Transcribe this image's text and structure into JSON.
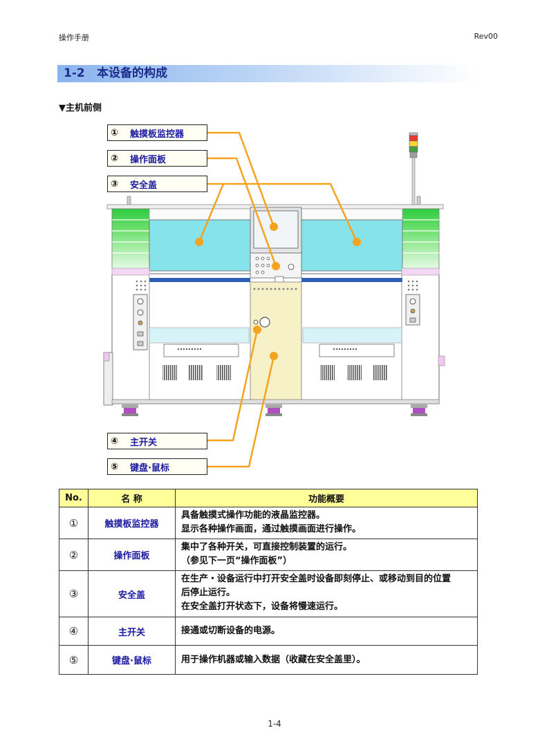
{
  "header": {
    "title": "操作手册",
    "revision": "Rev00"
  },
  "section": {
    "number": "1-2",
    "title": "本设备的构成"
  },
  "subsection": {
    "title": "▼主机前侧"
  },
  "callouts": [
    {
      "num": "①",
      "label": "触摸板监控器"
    },
    {
      "num": "②",
      "label": "操作面板"
    },
    {
      "num": "③",
      "label": "安全盖"
    },
    {
      "num": "④",
      "label": "主开关"
    },
    {
      "num": "⑤",
      "label": "键盘·鼠标"
    }
  ],
  "table": {
    "headers": {
      "no": "No.",
      "name": "名 称",
      "summary": "功能概要"
    },
    "rows": [
      {
        "num": "①",
        "name": "触摸板监控器",
        "lines": [
          "具备触摸式操作功能的液晶监控器。",
          "显示各种操作画面，通过触摸画面进行操作。"
        ]
      },
      {
        "num": "②",
        "name": "操作面板",
        "lines": [
          "集中了各种开关，可直接控制装置的运行。",
          "（参见下一页“操作面板”）"
        ]
      },
      {
        "num": "③",
        "name": "安全盖",
        "lines": [
          "在生产・设备运行中打开安全盖时设备即刻停止、或移动到目的位置",
          "后停止运行。",
          "在安全盖打开状态下，设备将慢速运行。"
        ]
      },
      {
        "num": "④",
        "name": "主开关",
        "lines": [
          "接通或切断设备的电源。"
        ]
      },
      {
        "num": "⑤",
        "name": "键盘·鼠标",
        "lines": [
          "用于操作机器或输入数据（收藏在安全盖里）。"
        ]
      }
    ]
  },
  "footer": {
    "page": "1-4"
  },
  "colors": {
    "title_text": "#1b2c8c",
    "label_text": "#1a1aa0",
    "callout_line": "#f5a21e",
    "table_header": "#ffff99",
    "section_bar": "#8ab4ee",
    "machine_cover": "#87e3ea",
    "machine_tower": "#2ecc40",
    "front_panel": "#f6f1c6"
  }
}
